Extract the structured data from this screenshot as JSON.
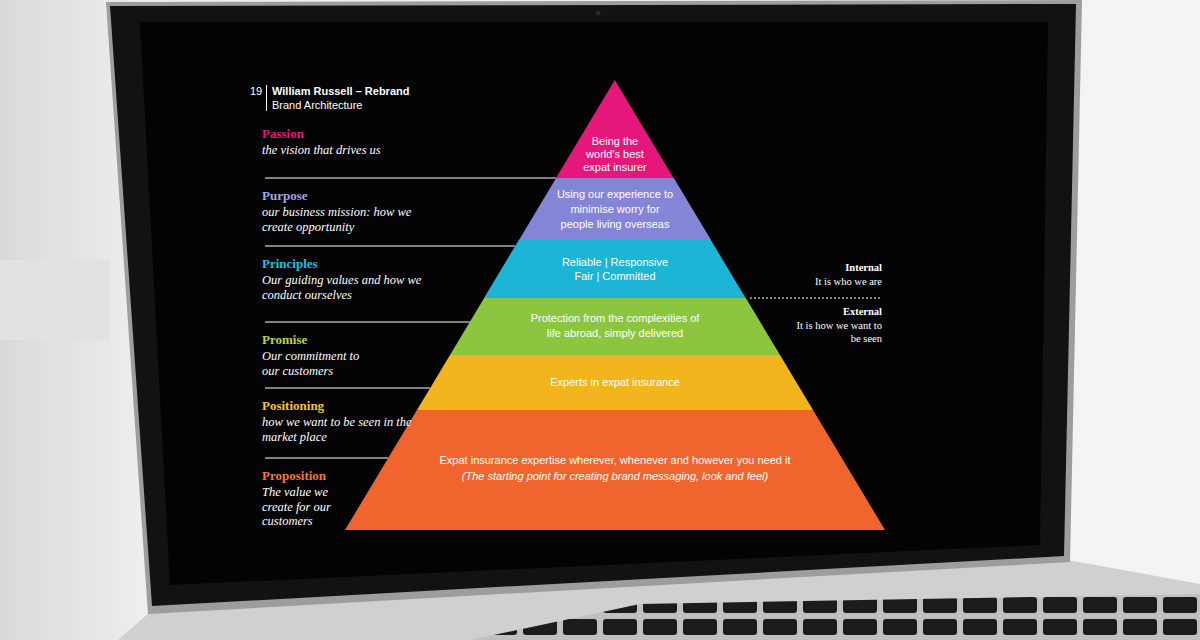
{
  "diagram": {
    "title": "William Russell – Rebrand",
    "nodes": [
      {
        "text": [
          "Being the world's best expat insurer"
        ]
      },
      {
        "text": [
          "Using our experience to minimise worry for people living overseas"
        ]
      },
      {
        "text": [
          "Reliable | Responsive Fair | Committed"
        ]
      },
      {
        "text": [
          "Protection from the complexities of life abroad, simply delivered"
        ]
      },
      {
        "text": [
          "Experts in expat insurance"
        ]
      },
      {
        "text": [
          "Expat insurance expertise wherever, whenever and however you need it",
          "(The starting point for creating brand messaging, look and feel)"
        ]
      }
    ],
    "labels": [
      "19",
      "Brand Architecture",
      "Passion",
      "the vision that drives us",
      "Purpose",
      "our business mission: how we create opportunity",
      "Principles",
      "Our guiding values and how we conduct ourselves",
      "Promise",
      "Our commitment to our customers",
      "Positioning",
      "how we want to be seen in the market place",
      "Proposition",
      "The value we create for our customers",
      "Internal",
      "It is who we are",
      "External",
      "It is how we want to be seen"
    ]
  }
}
